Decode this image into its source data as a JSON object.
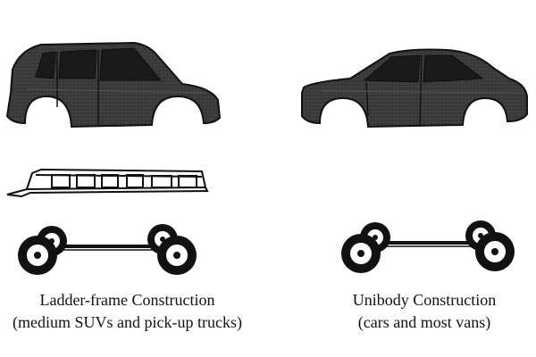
{
  "left_panel": {
    "title": "Ladder-frame Construction",
    "subtitle": "(medium SUVs and pick-up trucks)",
    "body_icon": "suv-body-icon",
    "frame_icon": "ladder-frame-icon",
    "chassis_icon": "wheel-axle-chassis-icon"
  },
  "right_panel": {
    "title": "Unibody Construction",
    "subtitle": "(cars and most vans)",
    "body_icon": "sedan-body-icon",
    "chassis_icon": "wheel-axle-chassis-icon"
  },
  "colors": {
    "body_fill": "#3a3a3a",
    "ink": "#111111",
    "background": "#ffffff"
  }
}
